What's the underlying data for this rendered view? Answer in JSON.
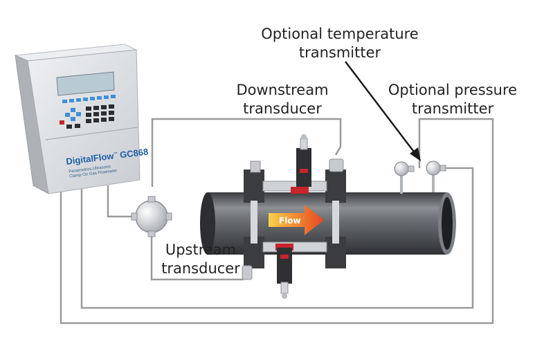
{
  "device": {
    "brand": "DigitalFlow",
    "trademark": "™",
    "model": "GC868",
    "subtitle_line1": "Panametrics Ultrasonic",
    "subtitle_line2": "Clamp-On Gas Flowmeter"
  },
  "labels": {
    "temperature": {
      "line1": "Optional temperature",
      "line2": "transmitter"
    },
    "downstream": {
      "line1": "Downstream",
      "line2": "transducer"
    },
    "pressure": {
      "line1": "Optional pressure",
      "line2": "transmitter"
    },
    "upstream": {
      "line1": "Upstream",
      "line2": "transducer"
    }
  },
  "flow_label": "Flow",
  "colors": {
    "cable": "#9a9a9a",
    "pipe": "#5b5e63",
    "clamp": "#3a3c3f",
    "transducer_red": "#c8242c",
    "flow_start": "#f6d24a",
    "flow_end": "#e8431f",
    "enclosure": "#dcdee2",
    "display": "#b9cbd2",
    "key_blue": "#3f8fd8",
    "key_dark": "#2b2d31",
    "brand_blue": "#1e5fa8"
  }
}
